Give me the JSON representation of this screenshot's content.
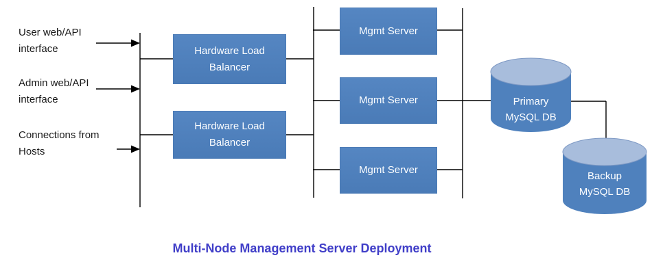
{
  "title": {
    "text": "Multi-Node Management Server Deployment"
  },
  "colors": {
    "box_fill": "#4F81BD",
    "cylinder_body": "#4F81BD",
    "cylinder_top": "#A8BDDC",
    "title_text": "#403EC8",
    "line": "#000000",
    "box_text": "#FFFFFF",
    "label_text": "#1A1A1A"
  },
  "inputs": [
    {
      "line1": "User web/API",
      "line2": "interface"
    },
    {
      "line1": "Admin web/API",
      "line2": "interface"
    },
    {
      "line1": "Connections from",
      "line2": "Hosts"
    }
  ],
  "load_balancers": [
    {
      "label": "Hardware Load Balancer"
    },
    {
      "label": "Hardware Load Balancer"
    }
  ],
  "mgmt_servers": [
    {
      "label": "Mgmt Server"
    },
    {
      "label": "Mgmt Server"
    },
    {
      "label": "Mgmt Server"
    }
  ],
  "databases": [
    {
      "line1": "Primary",
      "line2": "MySQL DB"
    },
    {
      "line1": "Backup",
      "line2": "MySQL DB"
    }
  ]
}
